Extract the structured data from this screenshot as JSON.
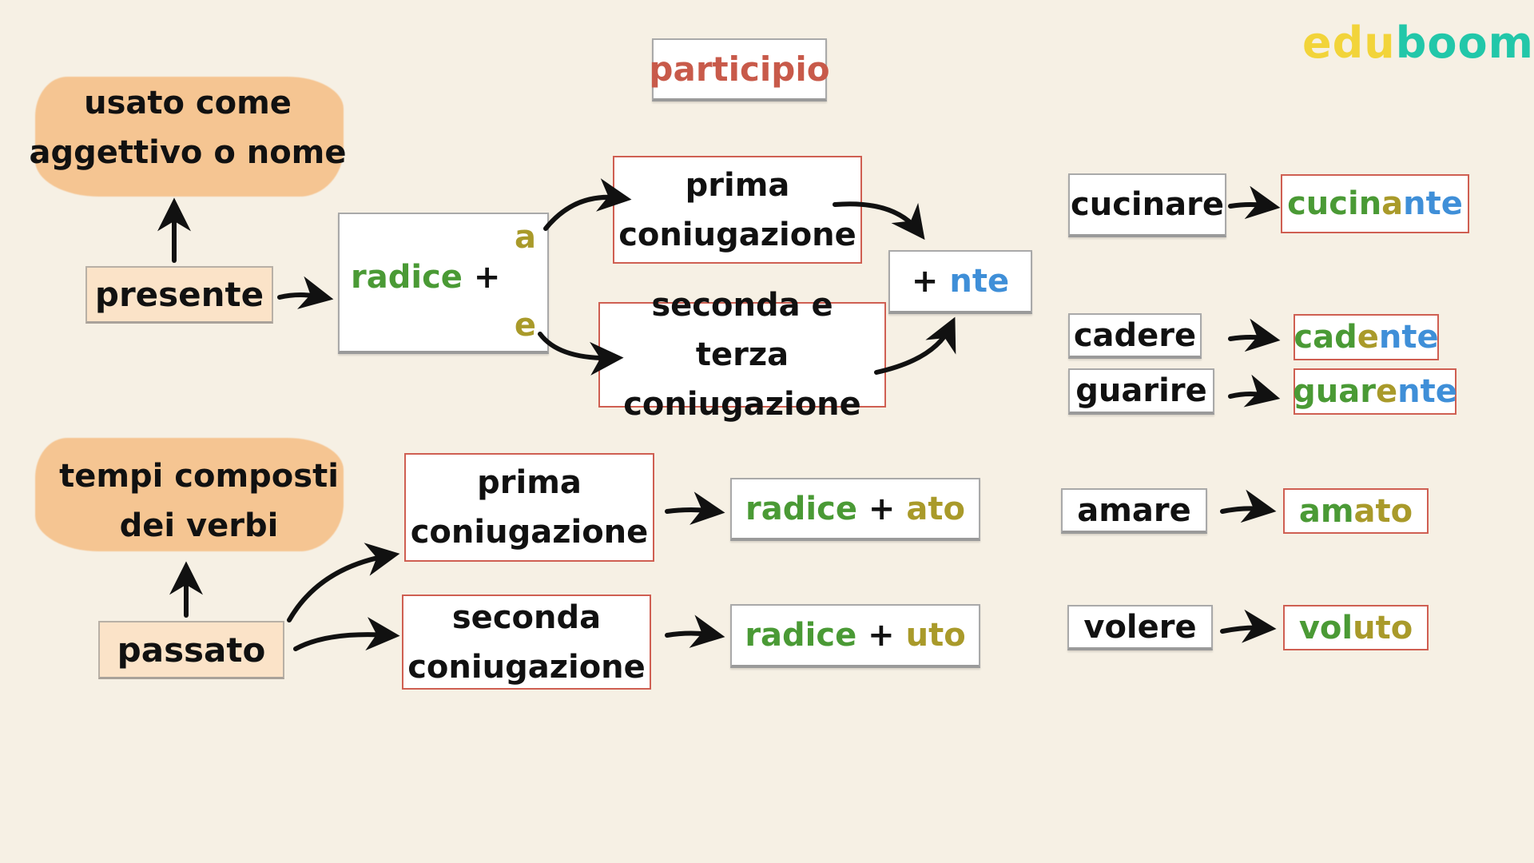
{
  "logo": {
    "part1": "edu",
    "part2": "boom",
    "colors": {
      "part1": "#f2d43a",
      "part2": "#22c7a9"
    }
  },
  "title": "participio",
  "presente_branch": {
    "usage_note": [
      "usato come",
      "aggettivo o nome"
    ],
    "label": "presente",
    "formula": {
      "radice": "radice",
      "plus": "+",
      "vowel_a": "a",
      "vowel_e": "e"
    },
    "conjugations": {
      "first": [
        "prima",
        "coniugazione"
      ],
      "second_third": [
        "seconda e terza",
        "coniugazione"
      ]
    },
    "suffix": {
      "plus": "+",
      "ending": "nte"
    },
    "examples": [
      {
        "verb": "cucinare",
        "participle_parts": [
          {
            "text": "cucin",
            "color": "green"
          },
          {
            "text": "a",
            "color": "olive"
          },
          {
            "text": "nte",
            "color": "blue"
          }
        ]
      },
      {
        "verb": "cadere",
        "participle_parts": [
          {
            "text": "cad",
            "color": "green"
          },
          {
            "text": "e",
            "color": "olive"
          },
          {
            "text": "nte",
            "color": "blue"
          }
        ]
      },
      {
        "verb": "guarire",
        "participle_parts": [
          {
            "text": "guar",
            "color": "green"
          },
          {
            "text": "e",
            "color": "olive"
          },
          {
            "text": "nte",
            "color": "blue"
          }
        ]
      }
    ]
  },
  "passato_branch": {
    "usage_note": [
      "tempi composti",
      "dei verbi"
    ],
    "label": "passato",
    "conjugations": {
      "first": [
        "prima",
        "coniugazione"
      ],
      "second": [
        "seconda",
        "coniugazione"
      ]
    },
    "formulas": [
      {
        "radice": "radice",
        "plus": "+",
        "ending": "ato"
      },
      {
        "radice": "radice",
        "plus": "+",
        "ending": "uto"
      }
    ],
    "examples": [
      {
        "verb": "amare",
        "participle_parts": [
          {
            "text": "am",
            "color": "green"
          },
          {
            "text": "ato",
            "color": "olive"
          }
        ]
      },
      {
        "verb": "volere",
        "participle_parts": [
          {
            "text": "vol",
            "color": "green"
          },
          {
            "text": "uto",
            "color": "olive"
          }
        ]
      }
    ]
  },
  "colors": {
    "background": "#f6f0e4",
    "highlight_blob": "#f5c592",
    "root_green": "#4a9a35",
    "vowel_olive": "#a99a2a",
    "ending_blue": "#3f8fd8",
    "title_red": "#c85a4a",
    "box_border_red": "#cf5f52"
  }
}
